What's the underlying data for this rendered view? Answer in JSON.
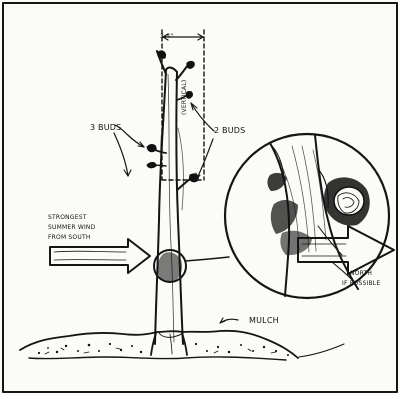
{
  "labels": {
    "measure": "3-4\"",
    "vertical": "(VERTICAL)",
    "three_buds": "3 BUDS",
    "two_buds": "2 BUDS",
    "wind_line1": "STRONGEST",
    "wind_line2": "SUMMER WIND",
    "wind_line3": "FROM SOUTH",
    "north_line1": "NORTH",
    "north_line2": "IF POSSIBLE",
    "mulch": "MULCH"
  },
  "colors": {
    "ink": "#151515",
    "paper": "#fbfbf8"
  }
}
